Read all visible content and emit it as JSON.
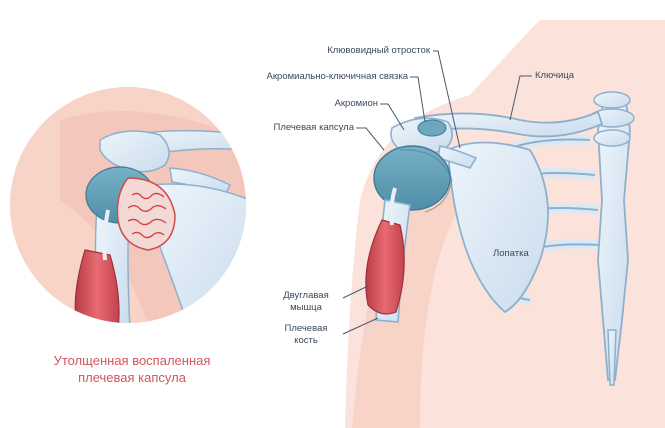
{
  "labels": {
    "coracoid": "Клювовидный отросток",
    "ac_ligament": "Акромиально-ключичная связка",
    "acromion": "Акромион",
    "capsule": "Плечевая капсула",
    "clavicle": "Ключица",
    "scapula": "Лопатка",
    "biceps_line1": "Двуглавая",
    "biceps_line2": "мышца",
    "humerus_line1": "Плечевая",
    "humerus_line2": "кость"
  },
  "caption": {
    "line1": "Утолщенная воспаленная",
    "line2": "плечевая капсула"
  },
  "colors": {
    "bone_fill": "#dbe9f4",
    "bone_stroke": "#8fb0cc",
    "cartilage": "#5f9ab2",
    "muscle": "#d9515c",
    "skin": "#f6d7cf",
    "inflamed": "#e05a5a",
    "label_text": "#3b4a5c",
    "caption_text": "#d2555f"
  }
}
